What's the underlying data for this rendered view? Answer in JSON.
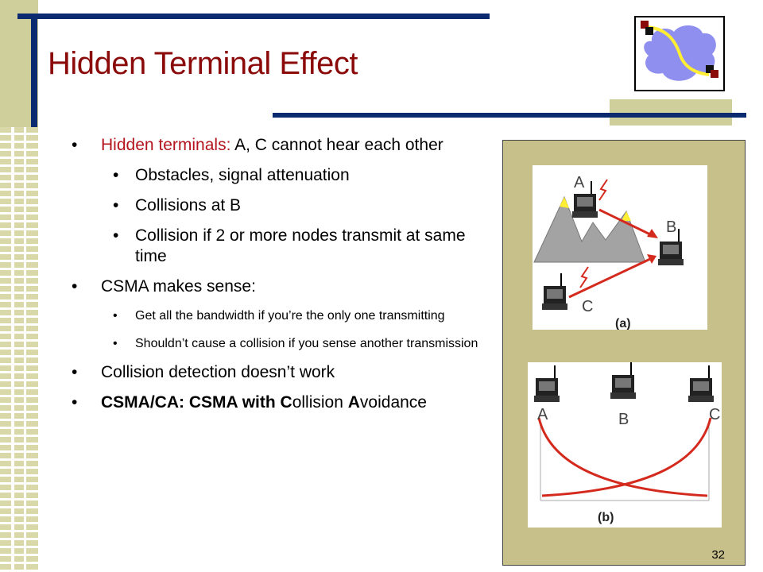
{
  "slide": {
    "title": "Hidden Terminal Effect",
    "page_number": "32"
  },
  "bullets": {
    "hidden_prefix": "Hidden terminals:",
    "hidden_rest": " A, C cannot hear each other",
    "sub1": "Obstacles, signal attenuation",
    "sub2": "Collisions at B",
    "sub3": "Collision if 2 or more nodes transmit at same time",
    "csma": "CSMA makes sense:",
    "csma_sub1": "Get all the bandwidth if you’re the only one transmitting",
    "csma_sub2": "Shouldn’t cause a collision if you sense another transmission",
    "detect": "Collision detection doesn’t work",
    "ca_bold1": "CSMA/CA: CSMA with C",
    "ca_plain1": "ollision ",
    "ca_bold2": "A",
    "ca_plain2": "voidance"
  },
  "figure": {
    "a_label": "(a)",
    "b_label": "(b)",
    "node_a": "A",
    "node_b": "B",
    "node_c": "C"
  },
  "colors": {
    "title": "#8b0a0a",
    "accent_red": "#b4141e",
    "navy": "#0b2a6f",
    "olive": "#cfcf9c"
  }
}
